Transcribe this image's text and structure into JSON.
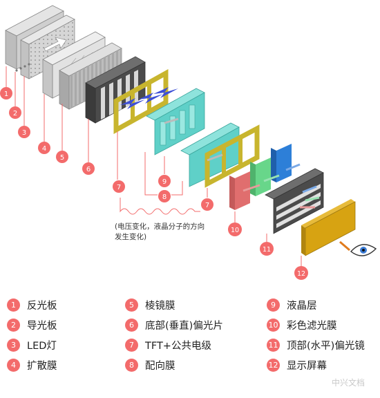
{
  "diagram": {
    "annotation_line1": "(电压变化，液晶分子的方向",
    "annotation_line2": "发生变化)",
    "callouts": [
      "1",
      "2",
      "3",
      "4",
      "5",
      "6",
      "7",
      "8",
      "9",
      "7",
      "10",
      "11",
      "12"
    ]
  },
  "legend": [
    {
      "num": "1",
      "label": "反光板"
    },
    {
      "num": "2",
      "label": "导光板"
    },
    {
      "num": "3",
      "label": "LED灯"
    },
    {
      "num": "4",
      "label": "扩散膜"
    },
    {
      "num": "5",
      "label": "棱镜膜"
    },
    {
      "num": "6",
      "label": "底部(垂直)偏光片"
    },
    {
      "num": "7",
      "label": "TFT+公共电级"
    },
    {
      "num": "8",
      "label": "配向膜"
    },
    {
      "num": "9",
      "label": "液晶层"
    },
    {
      "num": "10",
      "label": "彩色滤光膜"
    },
    {
      "num": "11",
      "label": "顶部(水平)偏光镜"
    },
    {
      "num": "12",
      "label": "显示屏幕"
    }
  ],
  "watermark": "中兴文档",
  "colors": {
    "callout": "#f36b6b",
    "lc_cyan": "#5fd0c8",
    "frame_olive": "#c8b52e",
    "screen_gold": "#d7a312",
    "filter_red": "#e06e6e",
    "filter_green": "#68d68a",
    "filter_blue": "#2d7fd8"
  }
}
